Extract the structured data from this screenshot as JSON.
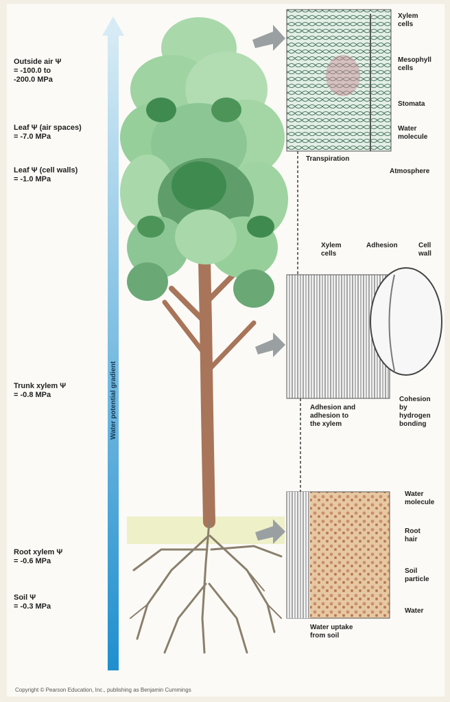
{
  "left_labels": [
    {
      "id": "outside-air",
      "text": "Outside air Ψ\n= -100.0 to\n-200.0 MPa"
    },
    {
      "id": "leaf-air-spaces",
      "text": "Leaf Ψ (air spaces)\n= -7.0 MPa"
    },
    {
      "id": "leaf-cell-walls",
      "text": "Leaf Ψ (cell walls)\n= -1.0 MPa"
    },
    {
      "id": "trunk-xylem",
      "text": "Trunk xylem Ψ\n= -0.8 MPa"
    },
    {
      "id": "root-xylem",
      "text": "Root xylem Ψ\n= -0.6 MPa"
    },
    {
      "id": "soil",
      "text": "Soil Ψ\n= -0.3 MPa"
    }
  ],
  "gradient_label": "Water potential gradient",
  "right_labels": [
    {
      "id": "xylem-cells-top",
      "text": "Xylem\ncells"
    },
    {
      "id": "mesophyll-cells",
      "text": "Mesophyll\ncells"
    },
    {
      "id": "stomata",
      "text": "Stomata"
    },
    {
      "id": "water-molecule-top",
      "text": "Water\nmolecule"
    },
    {
      "id": "transpiration",
      "text": "Transpiration"
    },
    {
      "id": "atmosphere",
      "text": "Atmosphere"
    },
    {
      "id": "xylem-cells-mid",
      "text": "Xylem\ncells"
    },
    {
      "id": "adhesion",
      "text": "Adhesion"
    },
    {
      "id": "cell-wall",
      "text": "Cell\nwall"
    },
    {
      "id": "adhesion-desc",
      "text": "Adhesion and\nadhesion to\nthe xylem"
    },
    {
      "id": "cohesion",
      "text": "Cohesion\nby\nhydrogen\nbonding"
    },
    {
      "id": "water-molecule-bot",
      "text": "Water\nmolecule"
    },
    {
      "id": "root-hair",
      "text": "Root\nhair"
    },
    {
      "id": "soil-particle",
      "text": "Soil\nparticle"
    },
    {
      "id": "water",
      "text": "Water"
    },
    {
      "id": "water-uptake",
      "text": "Water uptake\nfrom soil"
    }
  ],
  "credit": "Copyright © Pearson Education, Inc., publishing as Benjamin Cummings",
  "colors": {
    "gradient_top": "#cfe6f2",
    "gradient_bottom": "#1f8fcf",
    "foliage_light": "#9fd3a2",
    "foliage_dark": "#3f8a4f",
    "trunk": "#b07d5c",
    "roots": "#8a7f6c",
    "soil_band": "#eef0c8"
  }
}
